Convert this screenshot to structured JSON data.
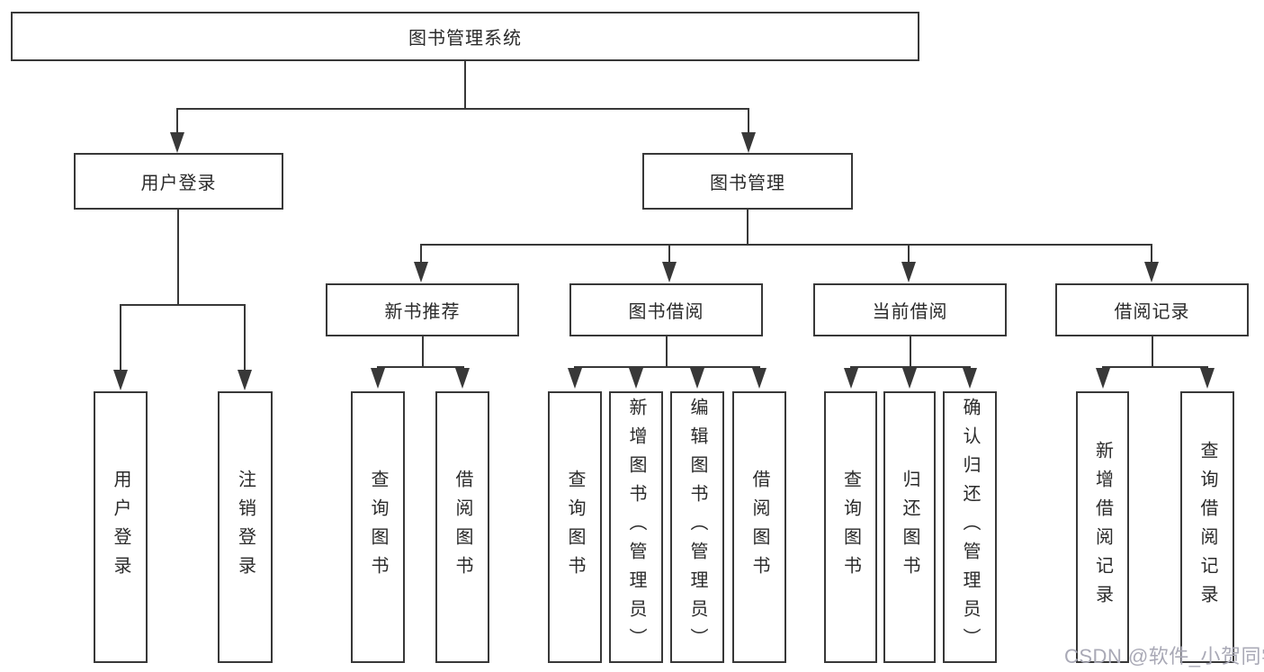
{
  "tree": {
    "label": "图书管理系统",
    "children": [
      {
        "label": "用户登录",
        "children": [
          {
            "label": "用户登录"
          },
          {
            "label": "注销登录"
          }
        ]
      },
      {
        "label": "图书管理",
        "children": [
          {
            "label": "新书推荐",
            "children": [
              {
                "label": "查询图书"
              },
              {
                "label": "借阅图书"
              }
            ]
          },
          {
            "label": "图书借阅",
            "children": [
              {
                "label": "查询图书"
              },
              {
                "label": "新增图书（管理员）"
              },
              {
                "label": "编辑图书（管理员）"
              },
              {
                "label": "借阅图书"
              }
            ]
          },
          {
            "label": "当前借阅",
            "children": [
              {
                "label": "查询图书"
              },
              {
                "label": "归还图书"
              },
              {
                "label": "确认归还（管理员）"
              }
            ]
          },
          {
            "label": "借阅记录",
            "children": [
              {
                "label": "新增借阅记录"
              },
              {
                "label": "查询借阅记录"
              }
            ]
          }
        ]
      }
    ]
  },
  "colors": {
    "line": "#383838",
    "text": "#2a2a2a",
    "watermark": "#a9a9b6"
  },
  "watermark": "CSDN @软件_小贺同学"
}
